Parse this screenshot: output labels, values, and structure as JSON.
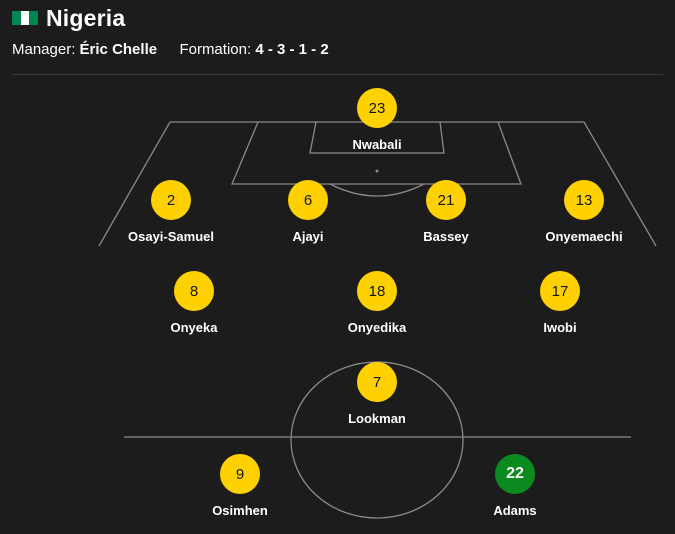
{
  "team": {
    "name": "Nigeria",
    "flag_colors": [
      "#008751",
      "#ffffff",
      "#008751"
    ]
  },
  "meta": {
    "manager_label": "Manager:",
    "manager": "Éric Chelle",
    "formation_label": "Formation:",
    "formation": "4 - 3 - 1 - 2"
  },
  "colors": {
    "background": "#1c1c1c",
    "shirt": "#ffd100",
    "goalkeeper_shirt": "#0a8a1f",
    "pitch_lines": "#8a8a8a"
  },
  "players": {
    "nwabali": {
      "number": "23",
      "name": "Nwabali"
    },
    "osayi": {
      "number": "2",
      "name": "Osayi-Samuel"
    },
    "ajayi": {
      "number": "6",
      "name": "Ajayi"
    },
    "bassey": {
      "number": "21",
      "name": "Bassey"
    },
    "onyemaechi": {
      "number": "13",
      "name": "Onyemaechi"
    },
    "onyeka": {
      "number": "8",
      "name": "Onyeka"
    },
    "onyedika": {
      "number": "18",
      "name": "Onyedika"
    },
    "iwobi": {
      "number": "17",
      "name": "Iwobi"
    },
    "lookman": {
      "number": "7",
      "name": "Lookman"
    },
    "osimhen": {
      "number": "9",
      "name": "Osimhen"
    },
    "adams": {
      "number": "22",
      "name": "Adams"
    }
  }
}
